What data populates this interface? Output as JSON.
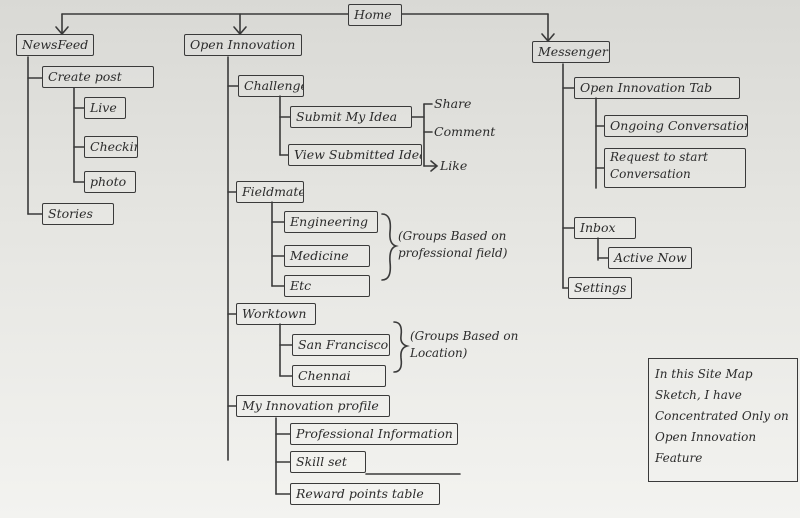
{
  "diagram": {
    "root": "Home",
    "news_feed": {
      "title": "NewsFeed",
      "create_post": "Create post",
      "create_post_children": [
        "Live",
        "Checkin",
        "photo"
      ],
      "stories": "Stories"
    },
    "open_innovation": {
      "title": "Open Innovation",
      "challenge": {
        "title": "Challenge",
        "submit": "Submit My Idea",
        "view": "View Submitted Idea",
        "actions": [
          "Share",
          "Comment",
          "Like"
        ]
      },
      "fieldmates": {
        "title": "Fieldmates",
        "groups": [
          "Engineering",
          "Medicine",
          "Etc"
        ],
        "note": "(Groups Based on professional field)"
      },
      "worktown": {
        "title": "Worktown",
        "groups": [
          "San Francisco",
          "Chennai"
        ],
        "note": "(Groups Based on Location)"
      },
      "profile": {
        "title": "My Innovation profile",
        "items": [
          "Professional Information",
          "Skill set",
          "Reward points table"
        ]
      }
    },
    "messenger": {
      "title": "Messenger",
      "tab": {
        "title": "Open Innovation Tab",
        "items": [
          "Ongoing Conversation",
          "Request to start Conversation"
        ]
      },
      "inbox": {
        "title": "Inbox",
        "child": "Active Now"
      },
      "settings": "Settings"
    },
    "footnote": "In this Site Map Sketch, I have Concentrated Only on Open Innovation Feature"
  }
}
